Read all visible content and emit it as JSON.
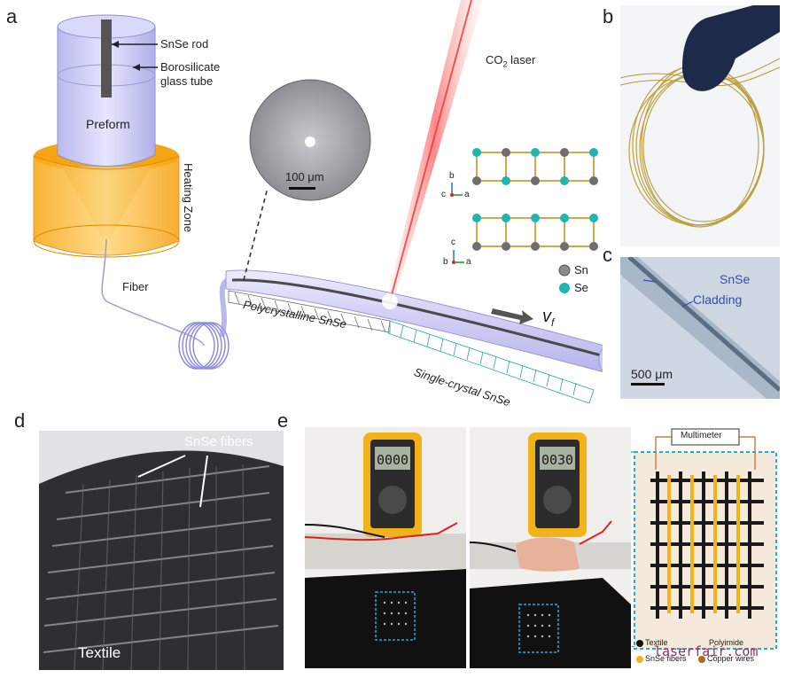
{
  "panels": {
    "a": "a",
    "b": "b",
    "c": "c",
    "d": "d",
    "e": "e"
  },
  "panel_a": {
    "snse_rod": "SnSe rod",
    "glass_tube_1": "Borosilicate",
    "glass_tube_2": "glass tube",
    "preform": "Preform",
    "heating_zone": "Heating Zone",
    "fiber": "Fiber",
    "scale_bar": "100 μm",
    "co2_laser": "CO",
    "co2_sub": "2",
    "co2_suffix": " laser",
    "polycrystalline": "Polycrystalline SnSe",
    "single_crystal": "Single-crystal SnSe",
    "velocity": "v",
    "velocity_sub": "f",
    "axes_top": {
      "b": "b",
      "c": "c",
      "a": "a"
    },
    "axes_bottom": {
      "c": "c",
      "b": "b",
      "a": "a"
    },
    "legend_sn": "Sn",
    "legend_se": "Se",
    "colors": {
      "sn": "#6e6e6e",
      "se": "#1fb5b0",
      "bond": "#d4a84a"
    }
  },
  "panel_c": {
    "snse": "SnSe",
    "cladding": "Cladding",
    "scale_bar": "500 μm"
  },
  "panel_d": {
    "snse_fibers": "SnSe fibers",
    "textile": "Textile"
  },
  "panel_e": {
    "display_1": "0000",
    "display_2": "0030",
    "multimeter": "Multimeter",
    "legend": [
      "Textile",
      "Polyimide",
      "SnSe fibers",
      "Copper wires"
    ]
  },
  "watermark": "laserfair.com"
}
